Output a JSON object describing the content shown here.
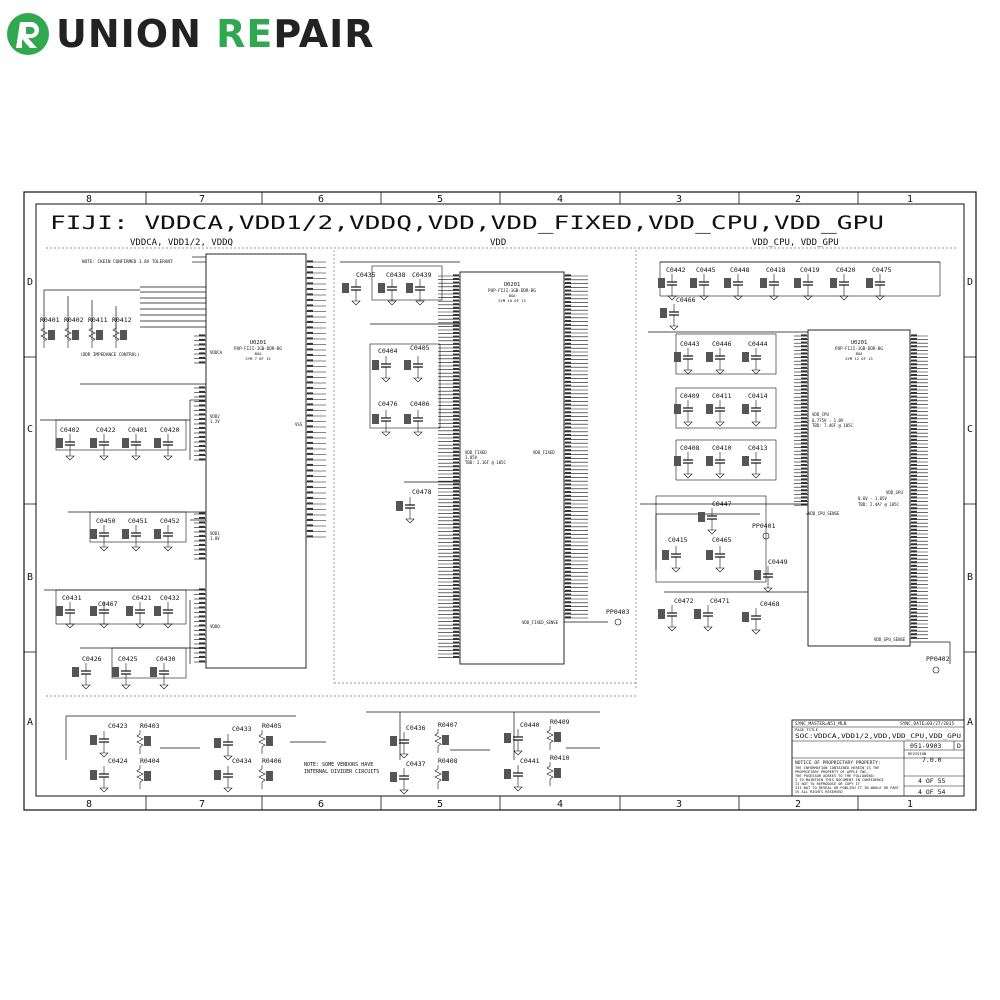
{
  "logo": {
    "part1": "UNION ",
    "part2a": "RE",
    "part2b": "PAIR",
    "accent": "#2fa84f"
  },
  "sheet": {
    "title": "FIJI: VDDCA,VDD1/2,VDDQ,VDD,VDD_FIXED,VDD_CPU,VDD_GPU",
    "sections": {
      "left": "VDDCA, VDD1/2, VDDQ",
      "mid": "VDD",
      "right": "VDD_CPU, VDD_GPU"
    },
    "cols": [
      "8",
      "7",
      "6",
      "5",
      "4",
      "3",
      "2",
      "1"
    ],
    "rows": [
      "D",
      "C",
      "B",
      "A"
    ]
  },
  "left": {
    "note1": "NOTE: CKE1N CONFIRMED 1.8V TOLERANT",
    "zq_note": "(DDR IMPEDANCE CONTROL)",
    "note2": "NOTE: SOME VENDORS HAVE",
    "note3": "INTERNAL DIVIDER CIRCUITS",
    "u_ref": "U0201",
    "u_part": "POP-FIJI-1GB-DDR-BG",
    "u_pkg": "BGA",
    "u_sym": "SYM 7 OF 13",
    "vddca_label": "VDDCA",
    "vdd2_label": "VDD2",
    "vdd2_v": "1.2V",
    "vdd1_label": "VDD1",
    "vdd1_v": "1.8V",
    "vddq_label": "VDDQ",
    "vss_label": "VSS",
    "resistors": [
      "R0401",
      "R0402",
      "R0411",
      "R0412"
    ],
    "caps_vdd2": [
      "C0402",
      "C0422",
      "C0401",
      "C0420"
    ],
    "caps_vdd1": [
      "C0450",
      "C0451",
      "C0452"
    ],
    "caps_vddq": [
      "C0431",
      "C0467",
      "C0421",
      "C0432"
    ],
    "caps_vddq2": [
      "C0426",
      "C0425",
      "C0430"
    ],
    "bottom_caps": [
      "C0423",
      "C0424",
      "C0433",
      "C0434"
    ],
    "bottom_res": [
      "R0403",
      "R0404",
      "R0405",
      "R0406"
    ]
  },
  "mid": {
    "u_ref": "U0201",
    "u_part": "POP-FIJI-1GB-DDR-BG",
    "u_pkg": "BGA",
    "u_sym": "SYM 10 OF 13",
    "vdd_fixed": "VDD_FIXED",
    "v1": "1.05V",
    "v2": "TBD: 2.16F @ 105C",
    "vdd_fixed_r": "VDD_FIXED",
    "sense": "VDD_FIXED_SENSE",
    "caps": [
      "C0435",
      "C0438",
      "C0439",
      "C0404",
      "C0405",
      "C0476",
      "C0406",
      "C0478"
    ],
    "pp": "PP0403",
    "bottom_caps": [
      "C0436",
      "C0437",
      "C0440",
      "C0441"
    ],
    "bottom_res": [
      "R0407",
      "R0408",
      "R0409",
      "R0410"
    ]
  },
  "right": {
    "u_ref": "U0201",
    "u_part": "POP-FIJI-1GB-DDR-BG",
    "u_pkg": "BGA",
    "u_sym": "SYM 12 OF 13",
    "cpu_label": "VDD_CPU",
    "cpu_v1": "0.775V - 1.0V",
    "cpu_v2": "TBD: 7.46F @ 105C",
    "gpu_v1": "0.6V - 1.05V",
    "gpu_v2": "TBD: 2.4A? @ 105C",
    "gpu_label": "VDD_GPU",
    "cpu_sense": "VDD_CPU_SENSE",
    "gpu_sense": "VDD_GPU_SENSE",
    "caps_top": [
      "C0442",
      "C0445",
      "C0448",
      "C0418",
      "C0419",
      "C0420",
      "C0475"
    ],
    "cap_top2": "C0466",
    "caps_mid": [
      "C0443",
      "C0446",
      "C0444",
      "C0409",
      "C0411",
      "C0414",
      "C0408",
      "C0410",
      "C0413"
    ],
    "caps_gpu": [
      "C0447",
      "C0415",
      "C0465",
      "C0449",
      "C0472",
      "C0471",
      "C0468"
    ],
    "pp1": "PP0401",
    "pp2": "PP0402"
  },
  "titleblock": {
    "row1l": "SYNC_MASTER=N51_MLB",
    "row1r": "SYNC_DATE=03/27/2015",
    "page_title_label": "PAGE TITLE",
    "page_title": "SOC:VDDCA,VDD1/2,VDD,VDD_CPU,VDD_GPU",
    "dwg_no": "051-9903",
    "rev_label": "REVISION",
    "rev": "7.0.0",
    "rev_letter": "D",
    "notice_title": "NOTICE OF PROPRIETARY PROPERTY:",
    "notice_lines": [
      "THE INFORMATION CONTAINED HEREIN IS THE",
      "PROPRIETARY PROPERTY OF APPLE INC.",
      "THE POSESSOR AGREES TO THE FOLLOWING:",
      "I TO MAINTAIN THIS DOCUMENT IN CONFIDENCE",
      "II NOT TO REPRODUCE OR COPY IT",
      "III NOT TO REVEAL OR PUBLISH IT IN WHOLE OR PART",
      "IV ALL RIGHTS RESERVED"
    ],
    "page1": "4 OF 55",
    "page2": "4 OF 54"
  }
}
